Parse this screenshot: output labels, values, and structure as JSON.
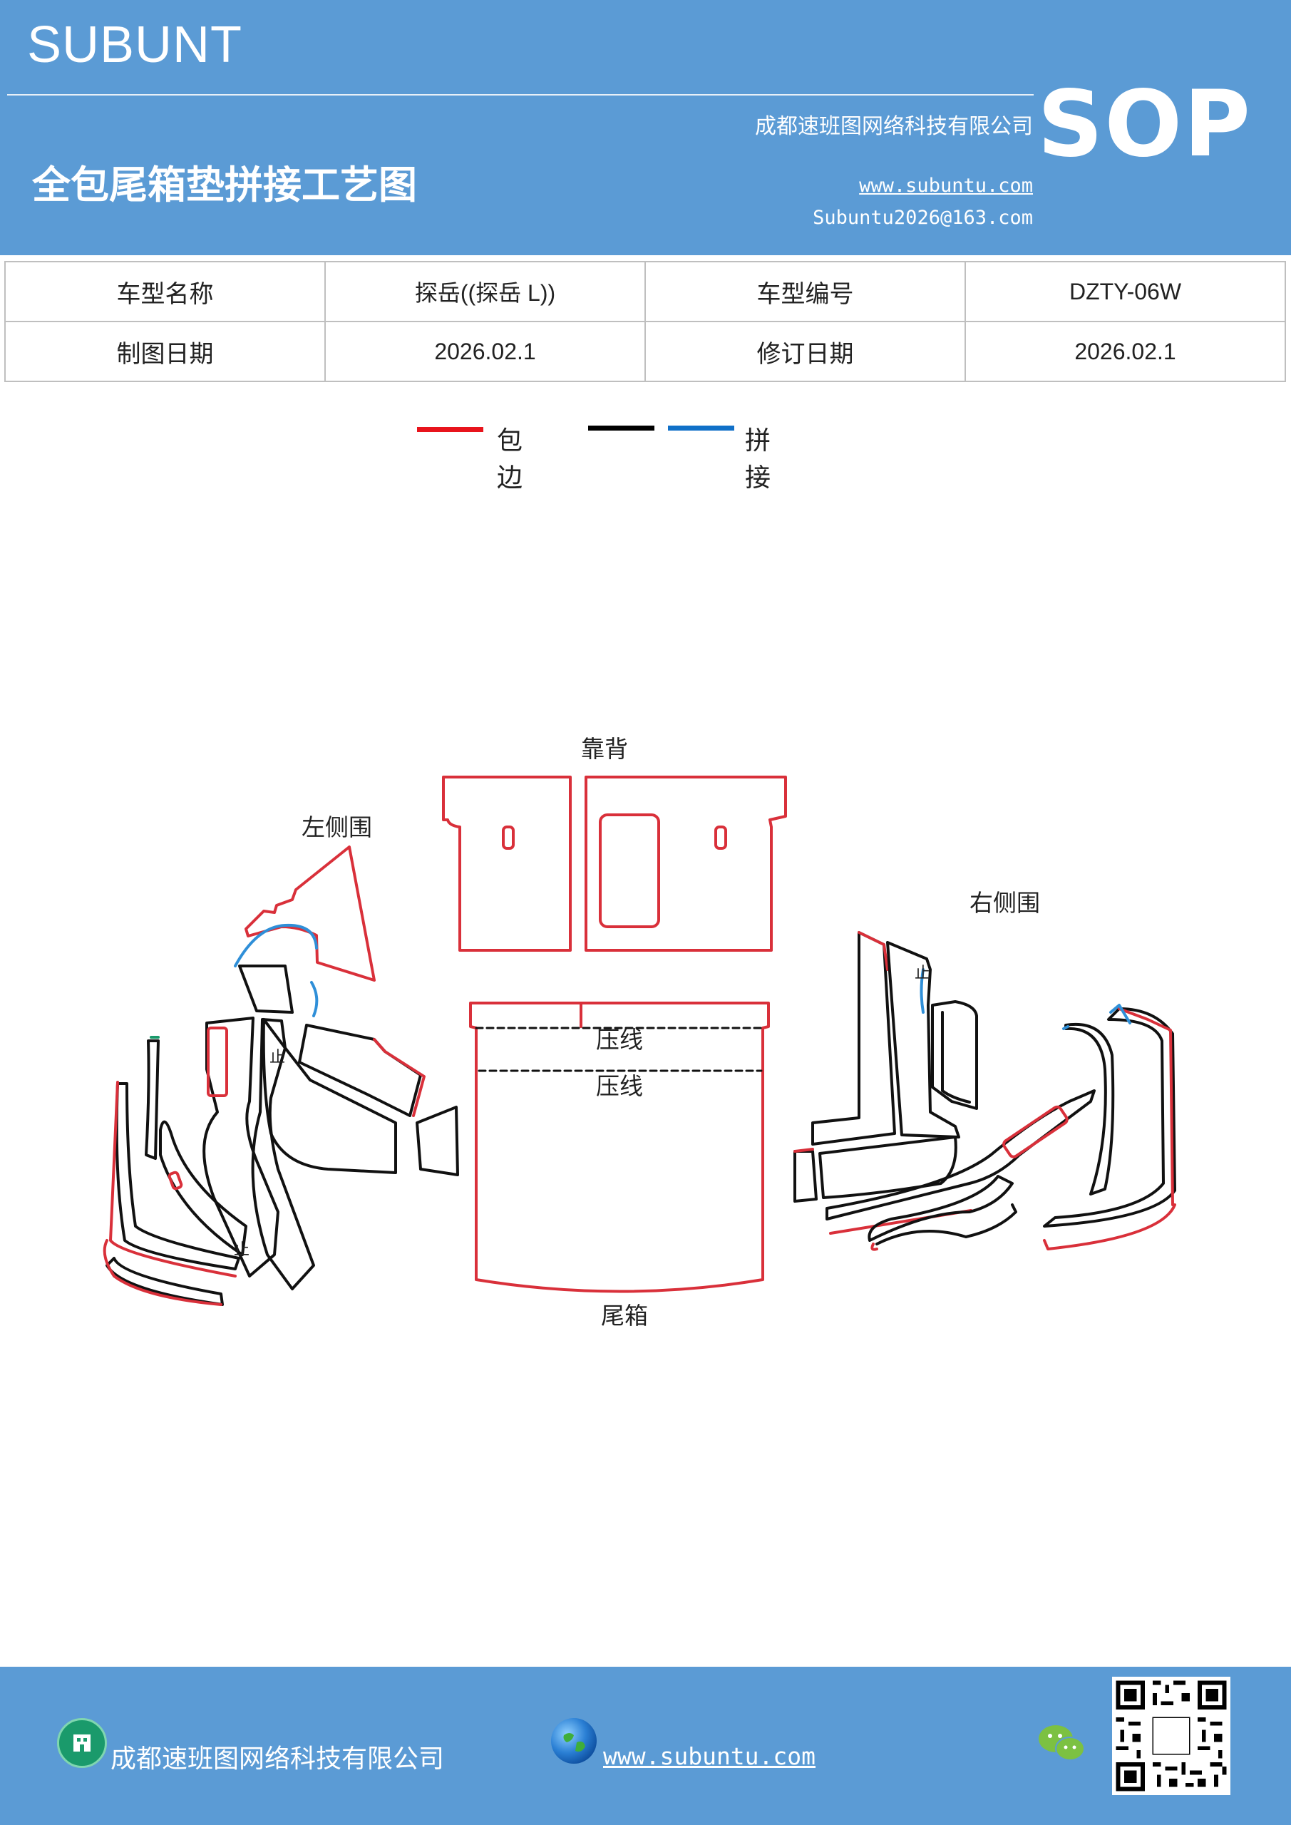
{
  "header": {
    "brand": "SUBUNT",
    "sop": "SOP",
    "company": "成都速班图网络科技有限公司",
    "title": "全包尾箱垫拼接工艺图",
    "website": "www.subuntu.com",
    "email": "Subuntu2026@163.com"
  },
  "info_table": {
    "row1": [
      "车型名称",
      "探岳((探岳 L))",
      "车型编号",
      "DZTY-06W"
    ],
    "row2": [
      "制图日期",
      "2026.02.1",
      "修订日期",
      "2026.02.1"
    ]
  },
  "legend": {
    "items": [
      {
        "label": "包边",
        "colors": [
          "#e8141c"
        ]
      },
      {
        "label": "拼接",
        "colors": [
          "#000000",
          "#1070c8"
        ]
      }
    ]
  },
  "diagram": {
    "labels": {
      "backrest": "靠背",
      "left_side": "左侧围",
      "right_side": "右侧围",
      "trunk": "尾箱",
      "press_line_1": "压线",
      "press_line_2": "压线",
      "stop_mark": "止"
    },
    "colors": {
      "edge": "#d9303a",
      "seam": "#000000",
      "splice": "#2f8fd8"
    }
  },
  "footer": {
    "company": "成都速班图网络科技有限公司",
    "website": "www.subuntu.com"
  }
}
